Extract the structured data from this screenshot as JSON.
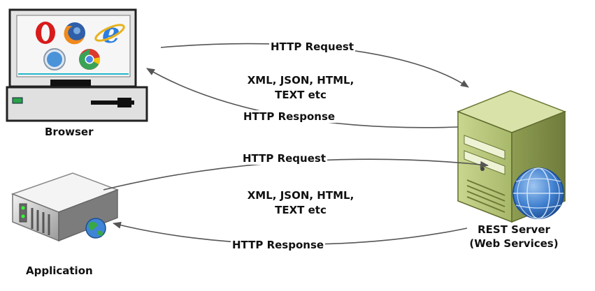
{
  "labels": {
    "browser": "Browser",
    "application": "Application",
    "server_line1": "REST Server",
    "server_line2": "(Web Services)"
  },
  "browser_flow": {
    "request": "HTTP Request",
    "formats_line1": "XML, JSON, HTML,",
    "formats_line2": "TEXT etc",
    "response": "HTTP Response"
  },
  "app_flow": {
    "request": "HTTP Request",
    "formats_line1": "XML, JSON, HTML,",
    "formats_line2": "TEXT etc",
    "response": "HTTP Response"
  },
  "icons": [
    "opera-icon",
    "firefox-icon",
    "ie-icon",
    "safari-icon",
    "chrome-icon",
    "globe-icon"
  ],
  "colors": {
    "monitor_bezel": "#e6e6e6",
    "screen": "#f3f3f3",
    "screen_line": "#22b5c9",
    "server_body": "#b4c47a",
    "globe_blue": "#3c78c8",
    "arrow": "#555555",
    "label_text": "#111111"
  }
}
